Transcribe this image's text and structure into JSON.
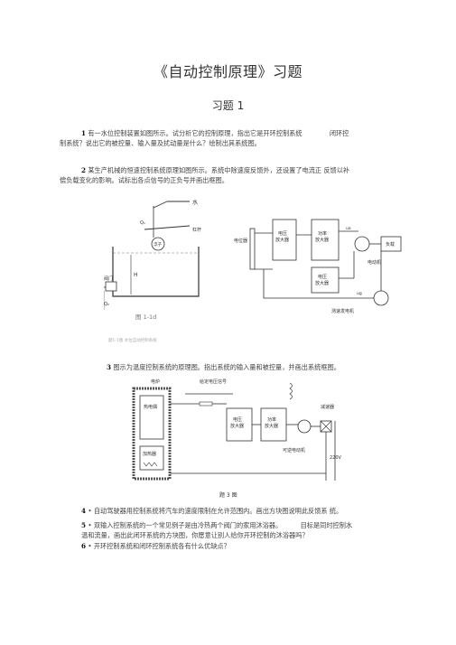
{
  "doc": {
    "title": "《自动控制原理》习题",
    "subtitle": "习题 1"
  },
  "questions": {
    "q1": {
      "num": "1",
      "line1a": "有一水位控制装置如图所示。试分析它的控制原理，指出它是开环控制系统",
      "line1b": "闭环控",
      "line2": "制系统？说出它的被控量、输入量及扰动量是什么？绘制出其系统图。"
    },
    "q2": {
      "num": "2",
      "line1": "某生产机械的恒速控制系统原理如图所示。系统中除速度反馈外，还设置了电流正 反馈以补",
      "line2": "偿负载变化的影响。试标出各点信号的正负号并画出框图。"
    },
    "q3": {
      "num": "3",
      "text": "图示为温度控制系统的原理图。指出系统的输入量和被控量，并画出系统框图。"
    },
    "q4": {
      "num": "4",
      "text": "自动驾驶器用控制系统将汽车的速度限制在允许范围内。画出方块图说明此反馈系 统。"
    },
    "q5": {
      "num": "5",
      "line1a": "双输入控制系统的一个常见例子是由冷热两个阀门的家用沐浴器。",
      "line1b": "目标是同时控制水",
      "line2": "温和流量，画出此闭环系统的方块图，你愿意让别人给你开环控制的沐浴器吗？"
    },
    "q6": {
      "num": "6",
      "text": "开环控制系统和闭环控制系统各有什么优缺点？"
    }
  },
  "figures": {
    "fig1": {
      "water_label": "水",
      "float_label": "浮子",
      "lever_label": "杠杆",
      "valve_label": "阀门",
      "q1_label": "Q₁",
      "q2_label": "Q₂",
      "h_label": "H",
      "caption": "图 1-1d",
      "caption2": "题1-1图 水位自动控制系统"
    },
    "fig2": {
      "potentiometer_label": "电位器",
      "volt_amp_label": "电压\n放大器",
      "power_amp_label": "功率\n放大器",
      "current_amp_label": "电压\n放大器",
      "load_label": "负载",
      "motor_label": "电动机",
      "tacho_label": "测速发电机",
      "ug_label": "ug",
      "ua_label": "ua"
    },
    "fig3": {
      "furnace_label": "电炉",
      "setpoint_label": "给定电压信号",
      "thermocouple_label": "热电偶",
      "heater_label": "加热器",
      "volt_amp_label": "电压\n放大器",
      "power_amp_label": "功率\n放大器",
      "motor_label": "可逆电动机",
      "reducer_label": "减速器",
      "supply_label": "220V",
      "caption": "题 3 图"
    }
  }
}
